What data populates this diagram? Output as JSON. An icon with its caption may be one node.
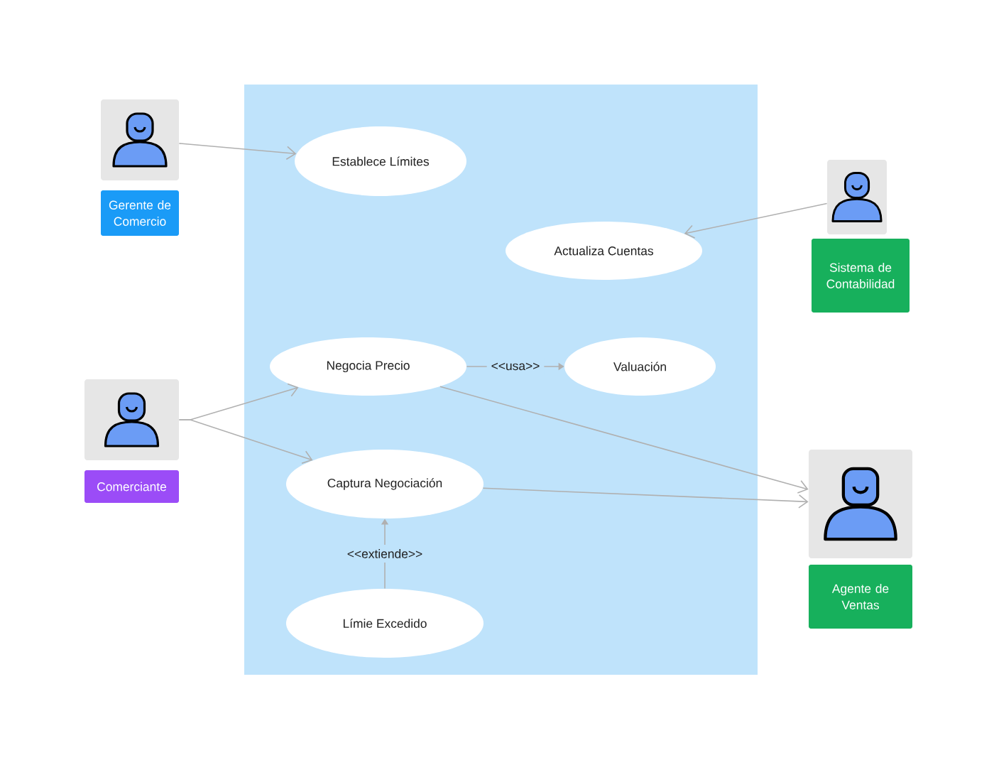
{
  "diagram": {
    "nodes": [
      {
        "text": [],
        "shape": "box"
      },
      {
        "text": [],
        "shape": "person"
      },
      {
        "text": [
          "Gerente de Comercio"
        ]
      },
      {
        "text": [
          "Establece Límites"
        ],
        "in": 0
      },
      {
        "text": [],
        "shape": "person"
      },
      {
        "text": [
          "Actualiza Cuentas"
        ],
        "in": 0
      },
      {
        "text": [
          "Sistema de Contabilidad"
        ]
      },
      {
        "text": [
          "Negocia Precio"
        ],
        "in": 0
      },
      {
        "text": [
          "Valuación"
        ],
        "in": 0
      },
      {
        "text": [],
        "shape": "person"
      },
      {
        "text": [
          "Comerciante"
        ]
      },
      {
        "text": [
          "Captura Negociación"
        ],
        "in": 0
      },
      {
        "text": [],
        "shape": "person"
      },
      {
        "text": [
          "Agente de Ventas"
        ]
      },
      {
        "text": [
          "Límie Excedido"
        ],
        "in": 0
      }
    ],
    "edges": [
      {
        "from": 1,
        "to": 3,
        "arrow": "to"
      },
      {
        "from": 4,
        "to": 5,
        "arrow": "to"
      },
      {
        "from": 7,
        "to": 8,
        "arrow": "to",
        "label": "<<usa>>"
      },
      {
        "from": 9,
        "to": 7,
        "arrow": "to"
      },
      {
        "from": 9,
        "to": 11,
        "arrow": "to"
      },
      {
        "from": 7,
        "to": 12,
        "arrow": "to"
      },
      {
        "from": 11,
        "to": 12,
        "arrow": "to"
      },
      {
        "from": 14,
        "to": 11,
        "arrow": "to",
        "label": "<<extiende>>"
      }
    ]
  }
}
